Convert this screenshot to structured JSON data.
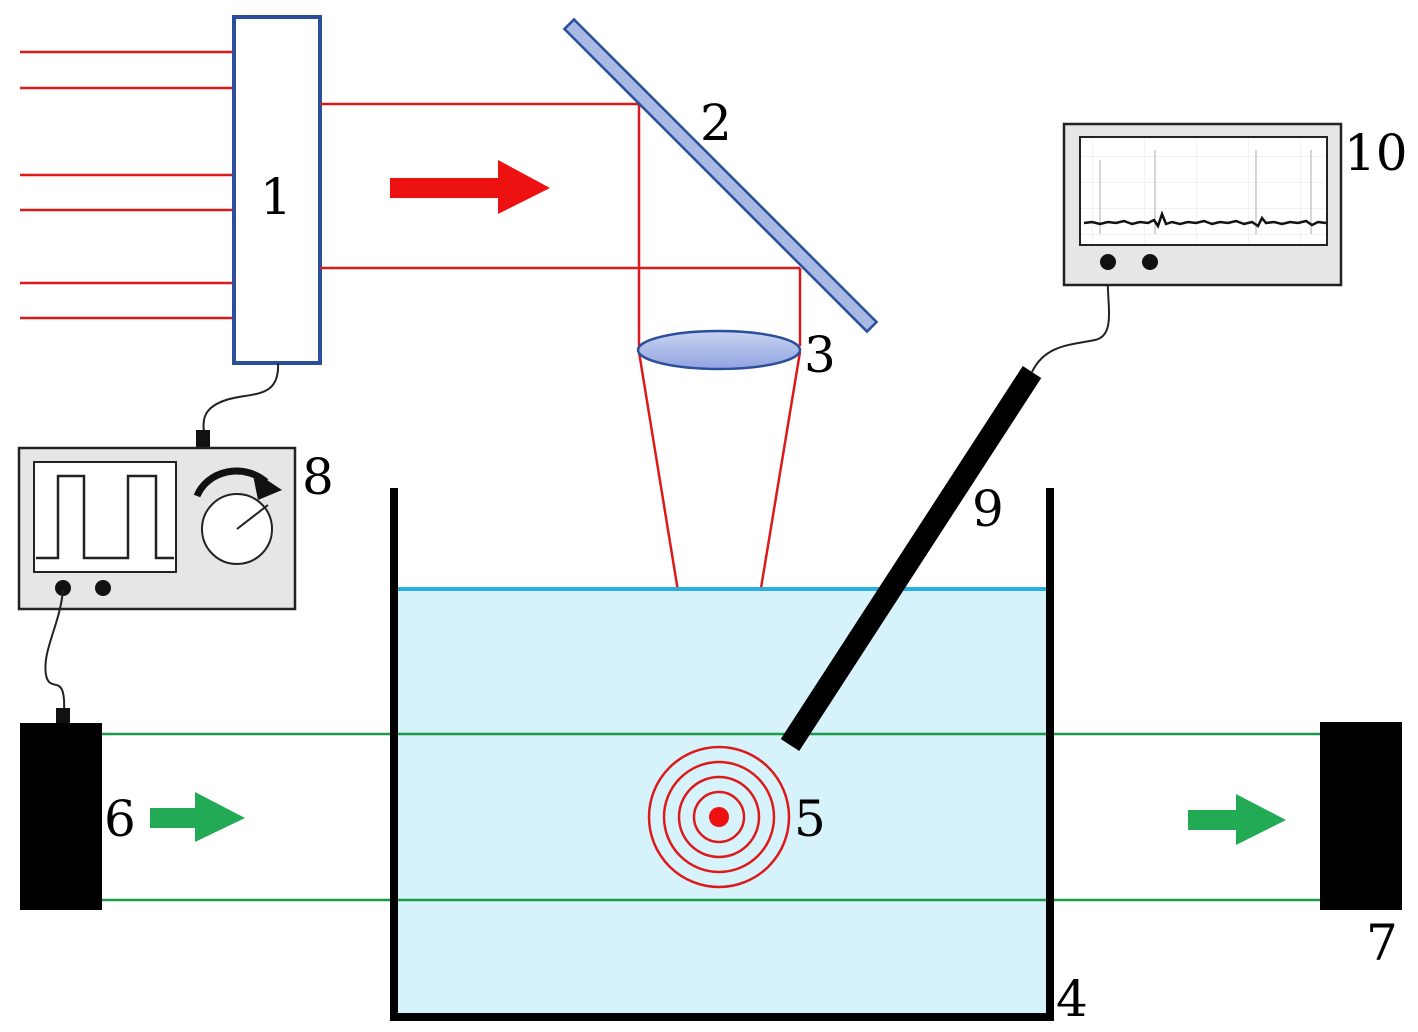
{
  "labels": {
    "modulator": "1",
    "mirror": "2",
    "lens": "3",
    "tank": "4",
    "focus": "5",
    "light_source": "6",
    "detector": "7",
    "function_generator": "8",
    "hydrophone": "9",
    "oscilloscope": "10"
  },
  "colors": {
    "laser": "#dd1a1a",
    "arrow_red": "#ee1111",
    "probe_beam": "#1a9a4a",
    "arrow_green": "#22aa55",
    "water": "#d6f2fb",
    "water_surface": "#28b0e4",
    "component_outline": "#2b4f9a",
    "optics_fill": "#a9b9e6",
    "device_panel": "#e6e6e6"
  }
}
